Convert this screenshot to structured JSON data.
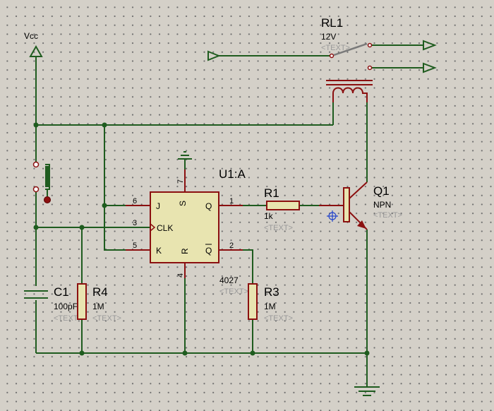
{
  "vcc": {
    "label": "Vcc"
  },
  "rl1": {
    "ref": "RL1",
    "value": "12V",
    "text": "<TEXT>"
  },
  "u1": {
    "ref": "U1:A",
    "part": "4027",
    "text": "<TEXT>",
    "pins": {
      "j": "J",
      "clk": "CLK",
      "k": "K",
      "s": "S",
      "r": "R",
      "q": "Q",
      "qbar": "Q"
    },
    "pin_numbers": {
      "j": "6",
      "clk": "3",
      "k": "5",
      "s": "7",
      "r": "4",
      "q": "1",
      "qbar": "2"
    }
  },
  "r1": {
    "ref": "R1",
    "value": "1k",
    "text": "<TEXT>"
  },
  "q1": {
    "ref": "Q1",
    "value": "NPN",
    "text": "<TEXT>"
  },
  "c1": {
    "ref": "C1",
    "value": "100pF",
    "text": "<TEXT>"
  },
  "r4": {
    "ref": "R4",
    "value": "1M",
    "text": "<TEXT>"
  },
  "r3": {
    "ref": "R3",
    "value": "1M",
    "text": "<TEXT>"
  },
  "colors": {
    "wire": "#1f5c1f",
    "pin": "#8b1010",
    "body": "#e8e4b0",
    "background": "#d4d0c8"
  }
}
